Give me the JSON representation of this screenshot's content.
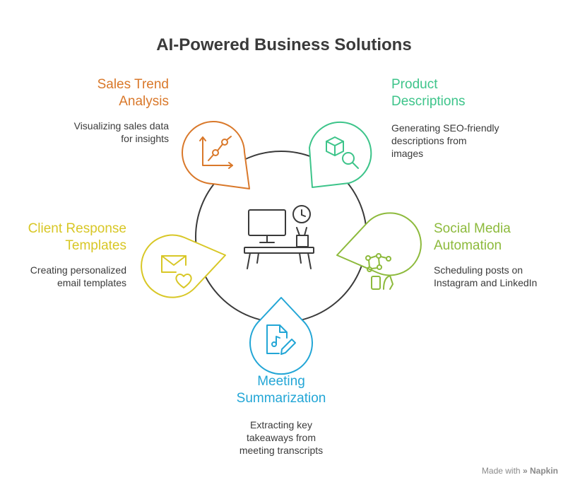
{
  "title": "AI-Powered Business Solutions",
  "colors": {
    "orange": "#D9782A",
    "green": "#3DC48A",
    "yellow": "#D8C726",
    "lime": "#8DBA3C",
    "blue": "#23A6D6",
    "ring": "#3a3a3a"
  },
  "center_icon": "desk-computer-clock-icon",
  "items": [
    {
      "key": "sales",
      "icon": "trend-chart-icon",
      "heading": [
        "Sales Trend",
        "Analysis"
      ],
      "description": [
        "Visualizing sales data",
        "for insights"
      ]
    },
    {
      "key": "product",
      "icon": "box-search-icon",
      "heading": [
        "Product",
        "Descriptions"
      ],
      "description": [
        "Generating SEO-friendly",
        "descriptions from",
        "images"
      ]
    },
    {
      "key": "client",
      "icon": "mail-heart-icon",
      "heading": [
        "Client Response",
        "Templates"
      ],
      "description": [
        "Creating personalized",
        "email templates"
      ]
    },
    {
      "key": "social",
      "icon": "phone-network-icon",
      "heading": [
        "Social Media",
        "Automation"
      ],
      "description": [
        "Scheduling posts on",
        "Instagram and LinkedIn"
      ]
    },
    {
      "key": "meeting",
      "icon": "document-note-edit-icon",
      "heading": [
        "Meeting",
        "Summarization"
      ],
      "description": [
        "Extracting key",
        "takeaways from",
        "meeting transcripts"
      ]
    }
  ],
  "footer": {
    "made_with": "Made with",
    "brand": "Napkin"
  }
}
